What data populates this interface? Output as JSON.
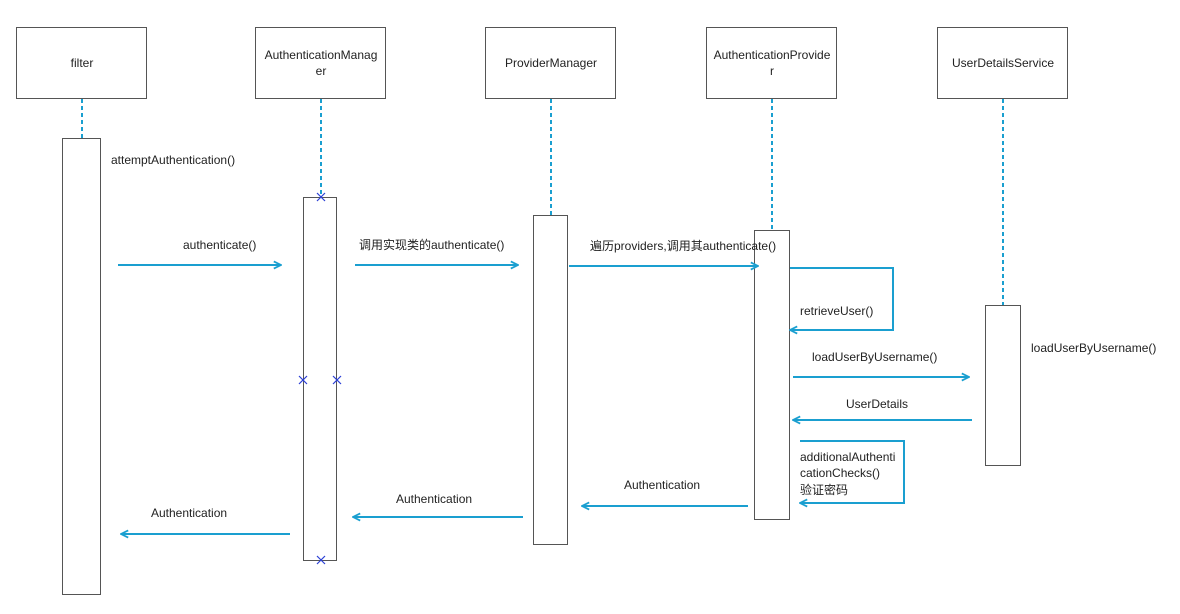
{
  "participants": {
    "filter": "filter",
    "auth_manager_1": "AuthenticationManag",
    "auth_manager_2": "er",
    "provider_manager": "ProviderManager",
    "auth_provider_1": "AuthenticationProvide",
    "auth_provider_2": "r",
    "user_details_service": "UserDetailsService"
  },
  "messages": {
    "attempt_authentication": "attemptAuthentication()",
    "authenticate": "authenticate()",
    "call_impl_authenticate": "调用实现类的authenticate()",
    "iterate_providers": "遍历providers,调用其authenticate()",
    "retrieve_user": "retrieveUser()",
    "load_user_call": "loadUserByUsername()",
    "load_user_note": "loadUserByUsername()",
    "user_details_return": "UserDetails",
    "additional_checks_1": "additionalAuthenti",
    "additional_checks_2": "cationChecks()",
    "additional_checks_3": "验证密码",
    "return_auth_provider": "Authentication",
    "return_auth_manager": "Authentication",
    "return_auth_filter": "Authentication"
  },
  "colors": {
    "arrow": "#1a9fd0",
    "destroy_mark": "#2b3fd6",
    "box_border": "#555555"
  }
}
